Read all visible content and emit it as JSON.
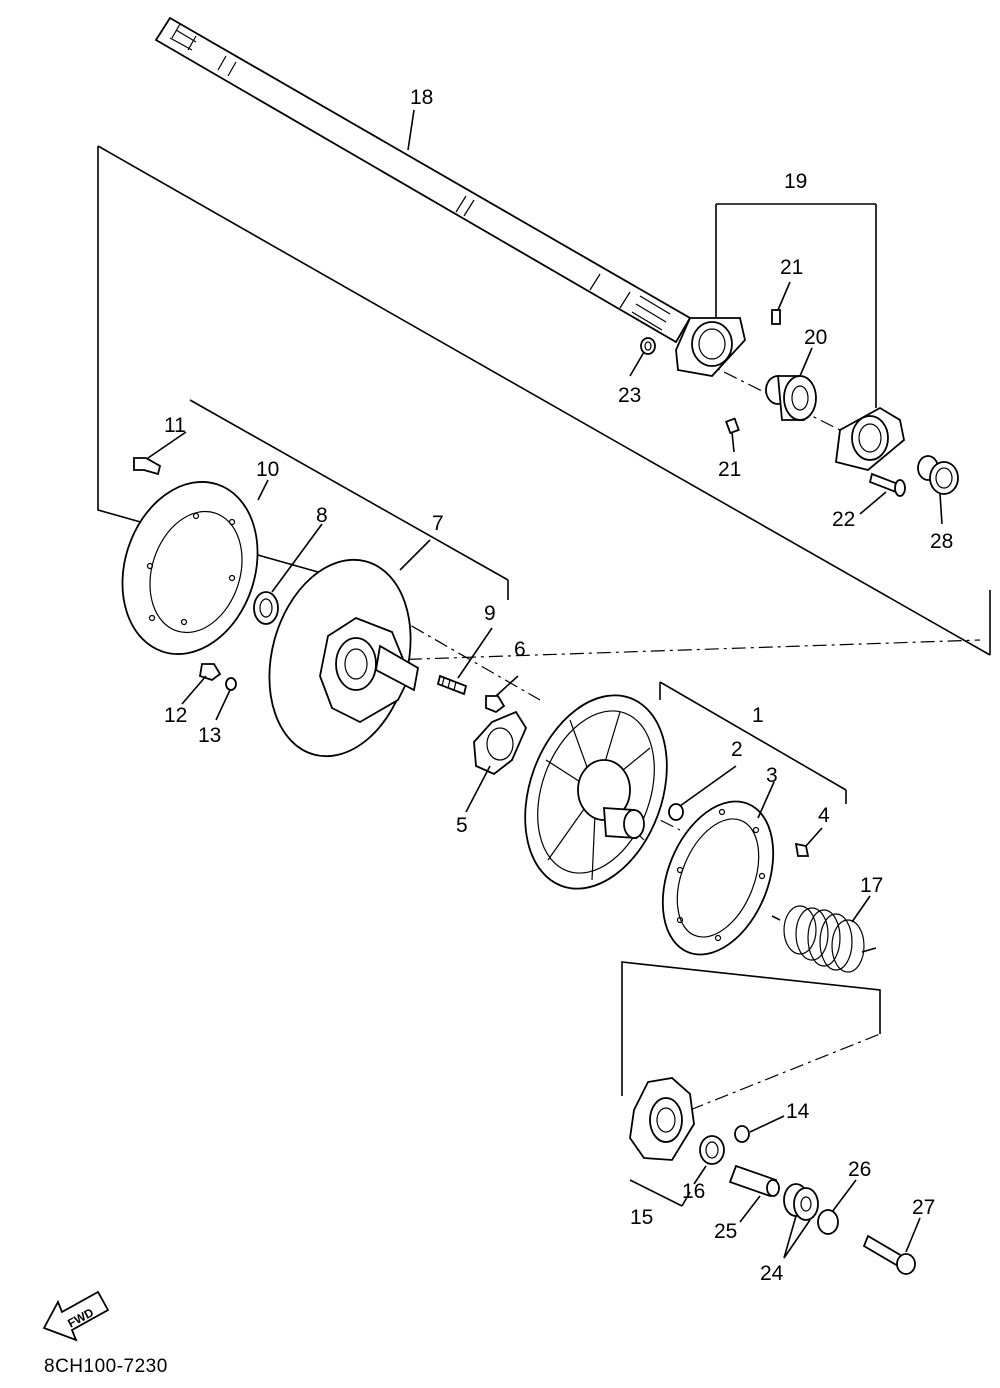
{
  "diagram": {
    "code": "8CH100-7230",
    "fwd_label": "FWD",
    "callouts": [
      {
        "id": "1",
        "text": "1"
      },
      {
        "id": "2",
        "text": "2"
      },
      {
        "id": "3",
        "text": "3"
      },
      {
        "id": "4",
        "text": "4"
      },
      {
        "id": "5",
        "text": "5"
      },
      {
        "id": "6",
        "text": "6"
      },
      {
        "id": "7",
        "text": "7"
      },
      {
        "id": "8",
        "text": "8"
      },
      {
        "id": "9",
        "text": "9"
      },
      {
        "id": "10",
        "text": "10"
      },
      {
        "id": "11",
        "text": "11"
      },
      {
        "id": "12",
        "text": "12"
      },
      {
        "id": "13",
        "text": "13"
      },
      {
        "id": "14",
        "text": "14"
      },
      {
        "id": "15",
        "text": "15"
      },
      {
        "id": "16",
        "text": "16"
      },
      {
        "id": "17",
        "text": "17"
      },
      {
        "id": "18",
        "text": "18"
      },
      {
        "id": "19",
        "text": "19"
      },
      {
        "id": "20",
        "text": "20"
      },
      {
        "id": "21a",
        "text": "21"
      },
      {
        "id": "21b",
        "text": "21"
      },
      {
        "id": "22",
        "text": "22"
      },
      {
        "id": "23",
        "text": "23"
      },
      {
        "id": "24",
        "text": "24"
      },
      {
        "id": "25",
        "text": "25"
      },
      {
        "id": "26",
        "text": "26"
      },
      {
        "id": "27",
        "text": "27"
      },
      {
        "id": "28",
        "text": "28"
      }
    ]
  }
}
